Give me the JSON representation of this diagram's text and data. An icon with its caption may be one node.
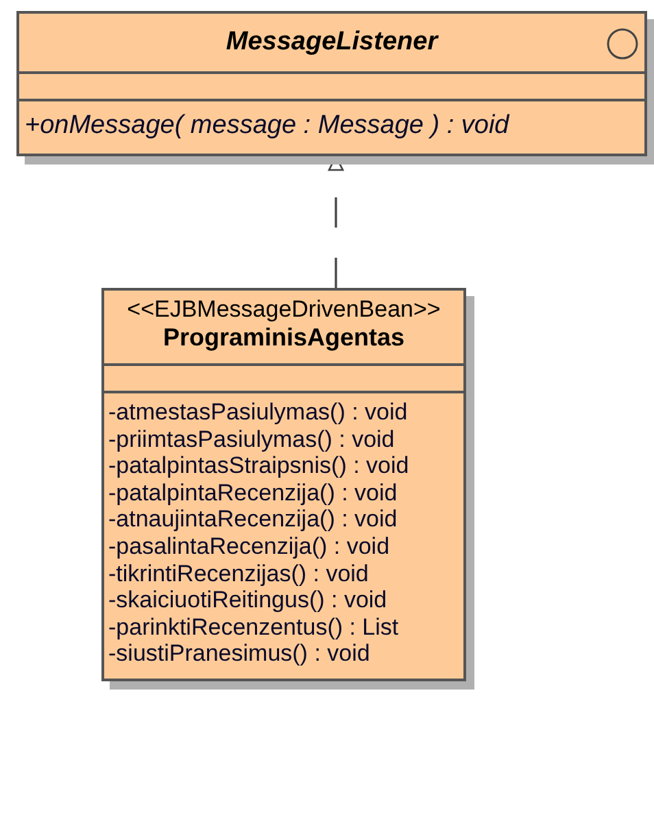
{
  "diagram": {
    "nodes": [
      {
        "text": [
          "MessageListener",
          "+onMessage( message : Message ) : void"
        ]
      },
      {
        "text": [
          "<<EJBMessageDrivenBean>>",
          "PrograminisAgentas",
          "-atmestasPasiulymas() : void",
          "-priimtasPasiulymas() : void",
          "-patalpintasStraipsnis() : void",
          "-patalpintaRecenzija() : void",
          "-atnaujintaRecenzija() : void",
          "-pasalintaRecenzija() : void",
          "-tikrintiRecenzijas() : void",
          "-skaiciuotiReitingus() : void",
          "-parinktiRecenzentus() : List",
          "-siustiPranesimus() : void"
        ]
      }
    ],
    "edges": [
      {
        "from": 1,
        "to": 0,
        "arrow": "to",
        "style": "dashed"
      }
    ]
  }
}
